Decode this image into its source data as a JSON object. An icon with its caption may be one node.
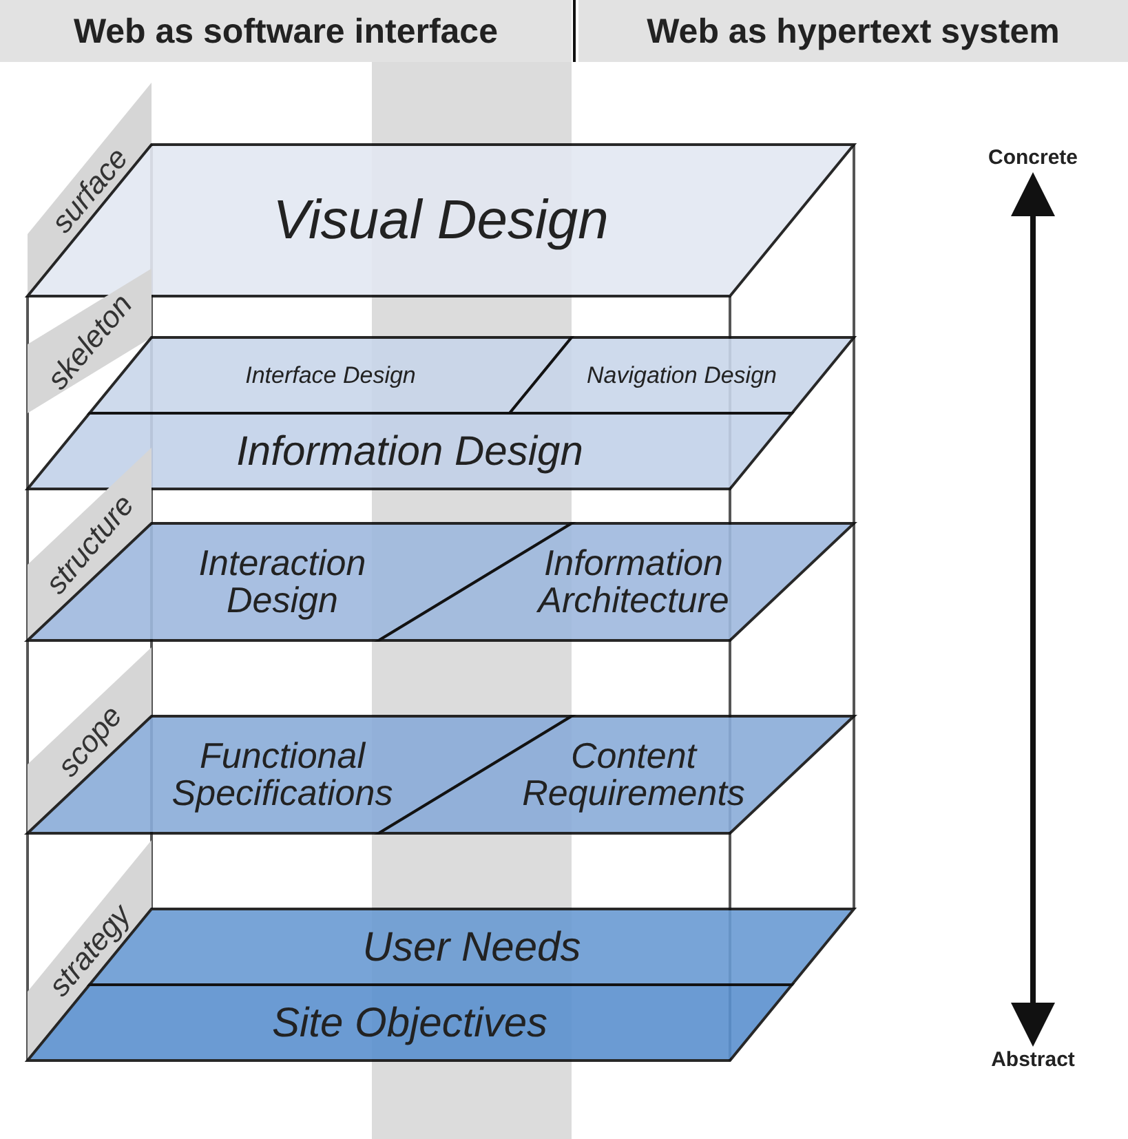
{
  "diagram": {
    "nodes": [
      {
        "text": [
          "Web as software interface"
        ]
      },
      {
        "text": [
          "Web as hypertext system"
        ]
      },
      {
        "text": [
          "surface"
        ]
      },
      {
        "text": [
          "Visual Design"
        ]
      },
      {
        "text": [
          "skeleton"
        ]
      },
      {
        "text": [
          "Interface Design"
        ]
      },
      {
        "text": [
          "Navigation Design"
        ]
      },
      {
        "text": [
          "Information Design"
        ]
      },
      {
        "text": [
          "structure"
        ]
      },
      {
        "text": [
          "Interaction Design"
        ]
      },
      {
        "text": [
          "Information Architecture"
        ]
      },
      {
        "text": [
          "scope"
        ]
      },
      {
        "text": [
          "Functional Specifications"
        ]
      },
      {
        "text": [
          "Content Requirements"
        ]
      },
      {
        "text": [
          "strategy"
        ]
      },
      {
        "text": [
          "User Needs"
        ]
      },
      {
        "text": [
          "Site Objectives"
        ]
      },
      {
        "text": [
          "Concrete"
        ]
      },
      {
        "text": [
          "Abstract"
        ]
      }
    ],
    "edges": [
      {
        "from": 17,
        "to": 18,
        "arrow": "both"
      }
    ]
  }
}
